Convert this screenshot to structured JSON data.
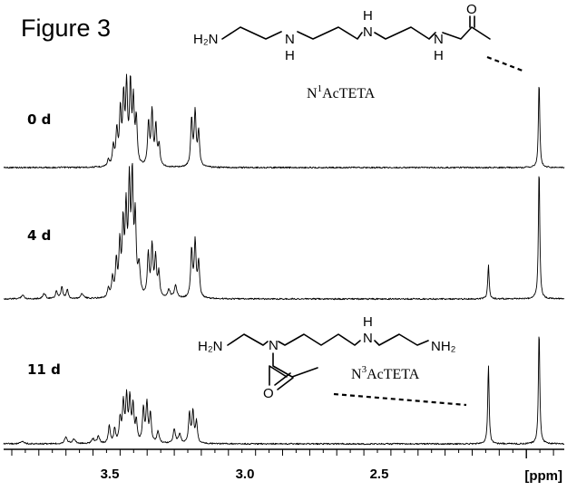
{
  "figure_label": "Figure 3",
  "chart_data": {
    "type": "line",
    "x_unit": "[ppm]",
    "xlim": [
      3.93,
      1.86
    ],
    "x_reversed": true,
    "x_ticks": [
      {
        "value": 3.5,
        "label": "3.5"
      },
      {
        "value": 3.0,
        "label": "3.0"
      },
      {
        "value": 2.5,
        "label": "2.5"
      }
    ],
    "minor_tick_step": 0.05,
    "series": [
      {
        "name": "0 d",
        "peaks": [
          {
            "ppm": 3.543,
            "height": 0.08,
            "width": 0.004
          },
          {
            "ppm": 3.525,
            "height": 0.22,
            "width": 0.004
          },
          {
            "ppm": 3.512,
            "height": 0.4,
            "width": 0.004
          },
          {
            "ppm": 3.499,
            "height": 0.62,
            "width": 0.004
          },
          {
            "ppm": 3.487,
            "height": 0.74,
            "width": 0.004
          },
          {
            "ppm": 3.476,
            "height": 0.88,
            "width": 0.004
          },
          {
            "ppm": 3.462,
            "height": 0.9,
            "width": 0.004
          },
          {
            "ppm": 3.451,
            "height": 0.7,
            "width": 0.004
          },
          {
            "ppm": 3.44,
            "height": 0.52,
            "width": 0.004
          },
          {
            "ppm": 3.395,
            "height": 0.5,
            "width": 0.004
          },
          {
            "ppm": 3.382,
            "height": 0.62,
            "width": 0.004
          },
          {
            "ppm": 3.368,
            "height": 0.46,
            "width": 0.004
          },
          {
            "ppm": 3.356,
            "height": 0.24,
            "width": 0.004
          },
          {
            "ppm": 3.236,
            "height": 0.54,
            "width": 0.004
          },
          {
            "ppm": 3.223,
            "height": 0.62,
            "width": 0.004
          },
          {
            "ppm": 3.21,
            "height": 0.4,
            "width": 0.004
          },
          {
            "ppm": 1.953,
            "height": 1.0,
            "width": 0.003
          }
        ]
      },
      {
        "name": "4 d",
        "peaks": [
          {
            "ppm": 3.86,
            "height": 0.03,
            "width": 0.006
          },
          {
            "ppm": 3.78,
            "height": 0.04,
            "width": 0.006
          },
          {
            "ppm": 3.735,
            "height": 0.06,
            "width": 0.004
          },
          {
            "ppm": 3.715,
            "height": 0.09,
            "width": 0.004
          },
          {
            "ppm": 3.695,
            "height": 0.07,
            "width": 0.004
          },
          {
            "ppm": 3.64,
            "height": 0.04,
            "width": 0.006
          },
          {
            "ppm": 3.543,
            "height": 0.07,
            "width": 0.004
          },
          {
            "ppm": 3.528,
            "height": 0.14,
            "width": 0.004
          },
          {
            "ppm": 3.514,
            "height": 0.26,
            "width": 0.004
          },
          {
            "ppm": 3.501,
            "height": 0.38,
            "width": 0.004
          },
          {
            "ppm": 3.489,
            "height": 0.52,
            "width": 0.004
          },
          {
            "ppm": 3.478,
            "height": 0.62,
            "width": 0.004
          },
          {
            "ppm": 3.466,
            "height": 0.8,
            "width": 0.004
          },
          {
            "ppm": 3.455,
            "height": 0.86,
            "width": 0.004
          },
          {
            "ppm": 3.444,
            "height": 0.56,
            "width": 0.004
          },
          {
            "ppm": 3.43,
            "height": 0.22,
            "width": 0.005
          },
          {
            "ppm": 3.396,
            "height": 0.32,
            "width": 0.004
          },
          {
            "ppm": 3.382,
            "height": 0.38,
            "width": 0.004
          },
          {
            "ppm": 3.369,
            "height": 0.3,
            "width": 0.004
          },
          {
            "ppm": 3.357,
            "height": 0.18,
            "width": 0.004
          },
          {
            "ppm": 3.32,
            "height": 0.06,
            "width": 0.006
          },
          {
            "ppm": 3.295,
            "height": 0.1,
            "width": 0.005
          },
          {
            "ppm": 3.236,
            "height": 0.36,
            "width": 0.004
          },
          {
            "ppm": 3.223,
            "height": 0.42,
            "width": 0.004
          },
          {
            "ppm": 3.21,
            "height": 0.27,
            "width": 0.004
          },
          {
            "ppm": 2.14,
            "height": 0.26,
            "width": 0.003
          },
          {
            "ppm": 1.953,
            "height": 1.0,
            "width": 0.003
          }
        ]
      },
      {
        "name": "11 d",
        "peaks": [
          {
            "ppm": 3.86,
            "height": 0.02,
            "width": 0.008
          },
          {
            "ppm": 3.7,
            "height": 0.06,
            "width": 0.006
          },
          {
            "ppm": 3.67,
            "height": 0.04,
            "width": 0.006
          },
          {
            "ppm": 3.6,
            "height": 0.04,
            "width": 0.006
          },
          {
            "ppm": 3.58,
            "height": 0.06,
            "width": 0.005
          },
          {
            "ppm": 3.54,
            "height": 0.15,
            "width": 0.004
          },
          {
            "ppm": 3.52,
            "height": 0.12,
            "width": 0.004
          },
          {
            "ppm": 3.5,
            "height": 0.2,
            "width": 0.004
          },
          {
            "ppm": 3.488,
            "height": 0.33,
            "width": 0.004
          },
          {
            "ppm": 3.476,
            "height": 0.37,
            "width": 0.004
          },
          {
            "ppm": 3.464,
            "height": 0.36,
            "width": 0.004
          },
          {
            "ppm": 3.452,
            "height": 0.3,
            "width": 0.004
          },
          {
            "ppm": 3.44,
            "height": 0.17,
            "width": 0.004
          },
          {
            "ppm": 3.414,
            "height": 0.29,
            "width": 0.004
          },
          {
            "ppm": 3.401,
            "height": 0.33,
            "width": 0.004
          },
          {
            "ppm": 3.388,
            "height": 0.24,
            "width": 0.004
          },
          {
            "ppm": 3.36,
            "height": 0.1,
            "width": 0.005
          },
          {
            "ppm": 3.3,
            "height": 0.12,
            "width": 0.005
          },
          {
            "ppm": 3.28,
            "height": 0.08,
            "width": 0.005
          },
          {
            "ppm": 3.244,
            "height": 0.25,
            "width": 0.004
          },
          {
            "ppm": 3.231,
            "height": 0.27,
            "width": 0.004
          },
          {
            "ppm": 3.218,
            "height": 0.18,
            "width": 0.004
          },
          {
            "ppm": 2.14,
            "height": 0.67,
            "width": 0.003
          },
          {
            "ppm": 1.953,
            "height": 0.97,
            "width": 0.003
          }
        ]
      }
    ]
  },
  "structures": {
    "top": {
      "name_main": "N",
      "name_sup": "1",
      "name_rest": "AcTETA",
      "atoms": {
        "h2n": "H₂N",
        "nh1_n": "N",
        "nh1_h": "H",
        "nh2_h": "H",
        "nh2_n": "N",
        "nh3_n": "N",
        "nh3_h": "H",
        "o": "O"
      }
    },
    "bottom": {
      "name_main": "N",
      "name_sup": "3",
      "name_rest": "AcTETA",
      "atoms": {
        "h2n": "H₂N",
        "n_acyl": "N",
        "nh_h": "H",
        "nh_n": "N",
        "nh2": "NH₂",
        "o": "O"
      }
    }
  }
}
